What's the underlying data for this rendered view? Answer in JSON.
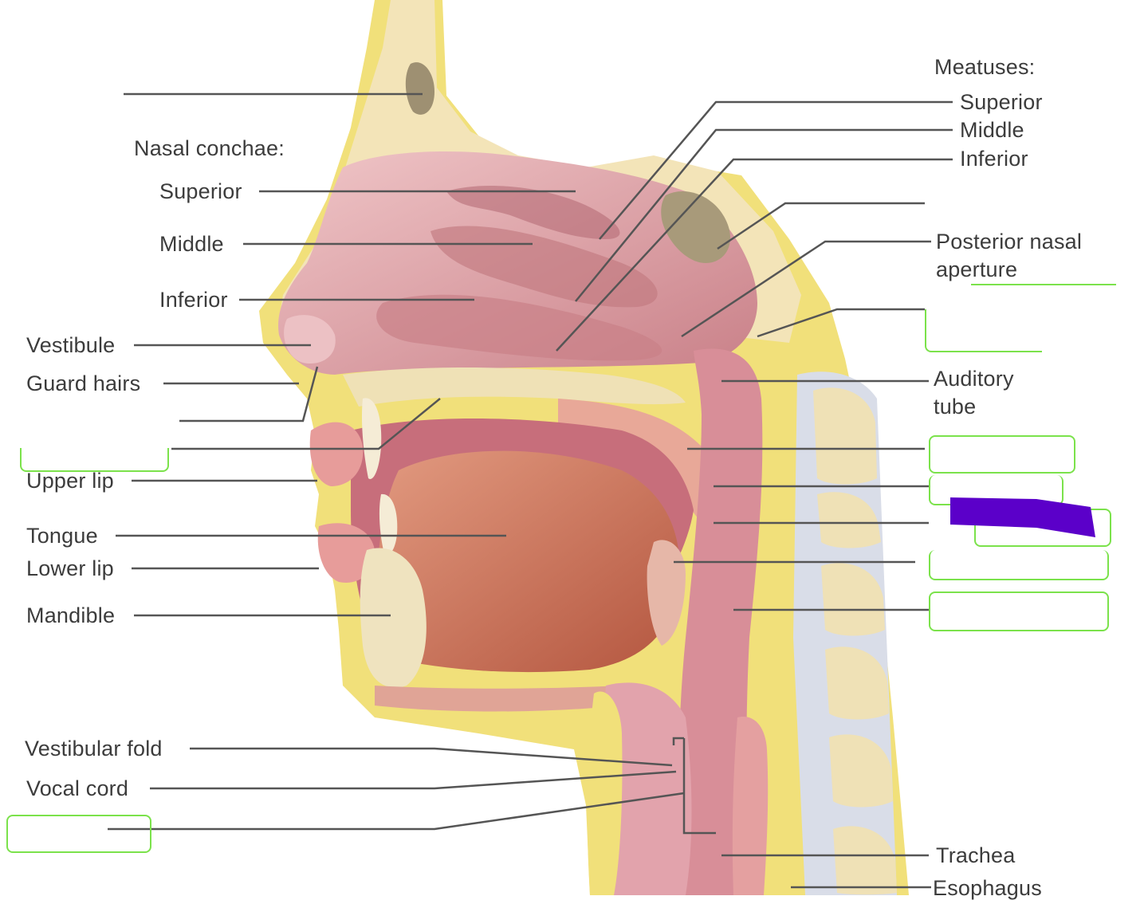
{
  "labels": {
    "nasal_conchae_heading": "Nasal conchae:",
    "conchae_superior": "Superior",
    "conchae_middle": "Middle",
    "conchae_inferior": "Inferior",
    "vestibule": "Vestibule",
    "guard_hairs": "Guard hairs",
    "upper_lip": "Upper lip",
    "tongue": "Tongue",
    "lower_lip": "Lower lip",
    "mandible": "Mandible",
    "vestibular_fold": "Vestibular fold",
    "vocal_cord": "Vocal cord",
    "meatuses_heading": "Meatuses:",
    "meatus_superior": "Superior",
    "meatus_middle": "Middle",
    "meatus_inferior": "Inferior",
    "posterior_nasal_aperture_1": "Posterior nasal",
    "posterior_nasal_aperture_2": "aperture",
    "auditory_tube_1": "Auditory",
    "auditory_tube_2": "tube",
    "trachea": "Trachea",
    "esophagus": "Esophagus"
  },
  "colors": {
    "label_text": "#3c3c3c",
    "leader_line": "#555555",
    "blank_outline": "#7be24b",
    "highlight_fill": "#5b00c9",
    "mucosa": "#e3aab0",
    "bone": "#f3e4b8",
    "fat": "#f1e07a",
    "muscle": "#c9705c"
  }
}
